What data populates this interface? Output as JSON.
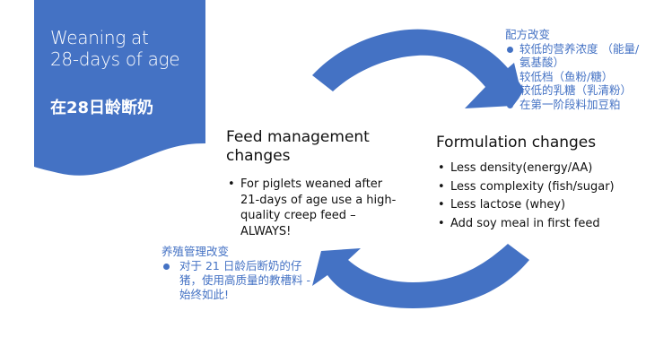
{
  "colors": {
    "accent": "#4472c4",
    "text": "#111111",
    "banner_text": "#ffffff"
  },
  "banner": {
    "title_line1": "Weaning at",
    "title_line2": "28-days of age",
    "title_zh": "在28日龄断奶"
  },
  "formulation_zh": {
    "heading": "配方改变",
    "items": [
      "较低的营养浓度 （能量/氨基酸）",
      "较低档（鱼粉/糖）",
      "较低的乳糖（乳清粉）",
      "在第一阶段料加豆粕"
    ]
  },
  "feed_management": {
    "title_line1": "Feed management",
    "title_line2": "changes",
    "items": [
      "For piglets weaned after 21-days of age use a high-quality creep feed – ALWAYS!"
    ]
  },
  "formulation": {
    "title": "Formulation changes",
    "items": [
      "Less density(energy/AA)",
      "Less complexity (fish/sugar)",
      "Less lactose (whey)",
      "Add soy meal in first feed"
    ]
  },
  "management_zh": {
    "heading": "养殖管理改变",
    "items": [
      "对于 21 日龄后断奶的仔猪，使用高质量的教槽料 - 始终如此!"
    ]
  },
  "arrows": [
    {
      "name": "top-arrow",
      "direction": "right",
      "from": "Feed management changes",
      "to": "Formulation changes"
    },
    {
      "name": "bottom-arrow",
      "direction": "left",
      "from": "Formulation changes",
      "to": "Feed management changes"
    }
  ]
}
